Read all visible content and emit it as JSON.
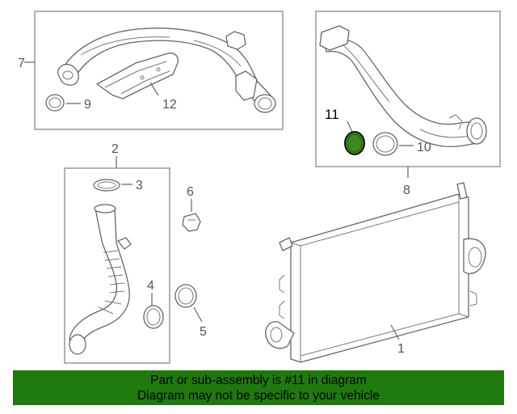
{
  "callouts": {
    "c1": "1",
    "c2": "2",
    "c3": "3",
    "c4": "4",
    "c5": "5",
    "c6": "6",
    "c7": "7",
    "c8": "8",
    "c9": "9",
    "c10": "10",
    "c11": "11",
    "c12": "12"
  },
  "highlight": {
    "part_number": "11",
    "color": "#3a8a1e"
  },
  "banner": {
    "line1": "Part or sub-assembly is #11 in diagram",
    "line2": "Diagram may not be specific to your vehicle",
    "background": "#1e7a0c"
  }
}
